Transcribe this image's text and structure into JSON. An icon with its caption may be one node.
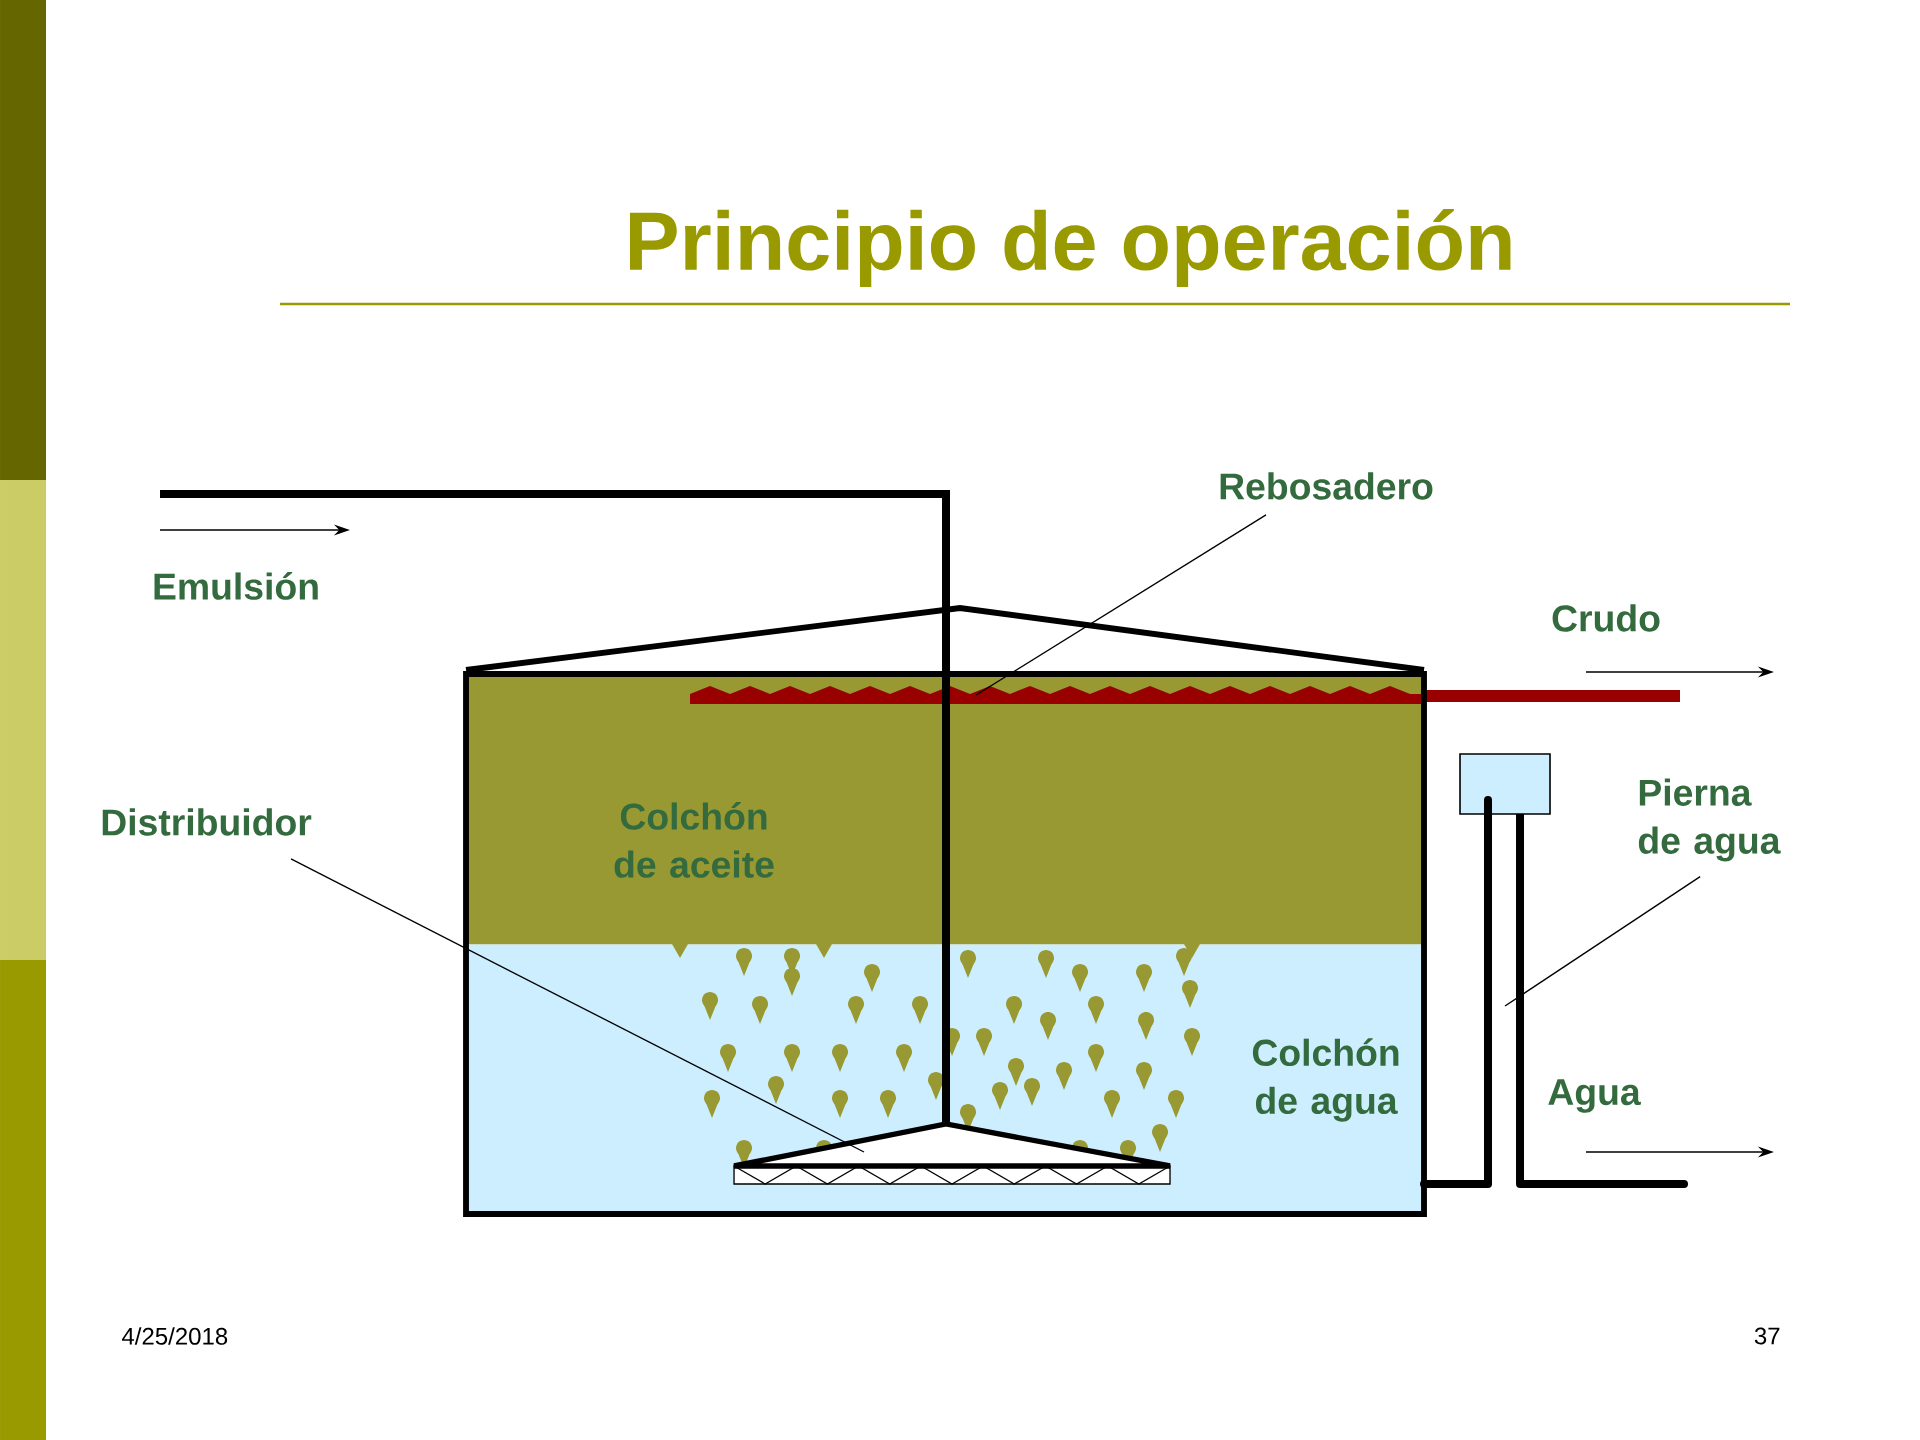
{
  "diagram": {
    "title": "Principio de operación",
    "nodes": [
      {
        "text": [
          "Rebosadero"
        ]
      },
      {
        "text": [],
        "shape": "bar",
        "in": 3
      },
      {
        "text": [
          "Distribuidor"
        ]
      },
      {
        "text": [
          "Colchón de aceite"
        ]
      },
      {
        "text": [
          "Colchón de agua"
        ]
      },
      {
        "text": [],
        "shape": "triangle",
        "in": 4
      },
      {
        "text": [
          "Pierna de agua"
        ]
      },
      {
        "text": [],
        "shape": "pipe"
      }
    ],
    "edges": [
      {
        "from": 0,
        "to": 1,
        "arrow": "none"
      },
      {
        "from": 2,
        "to": 5,
        "arrow": "none"
      },
      {
        "from": 6,
        "to": 7,
        "arrow": "none"
      }
    ],
    "labels": [
      "Emulsión",
      "Crudo",
      "Agua",
      "4/25/2018",
      "37"
    ]
  }
}
